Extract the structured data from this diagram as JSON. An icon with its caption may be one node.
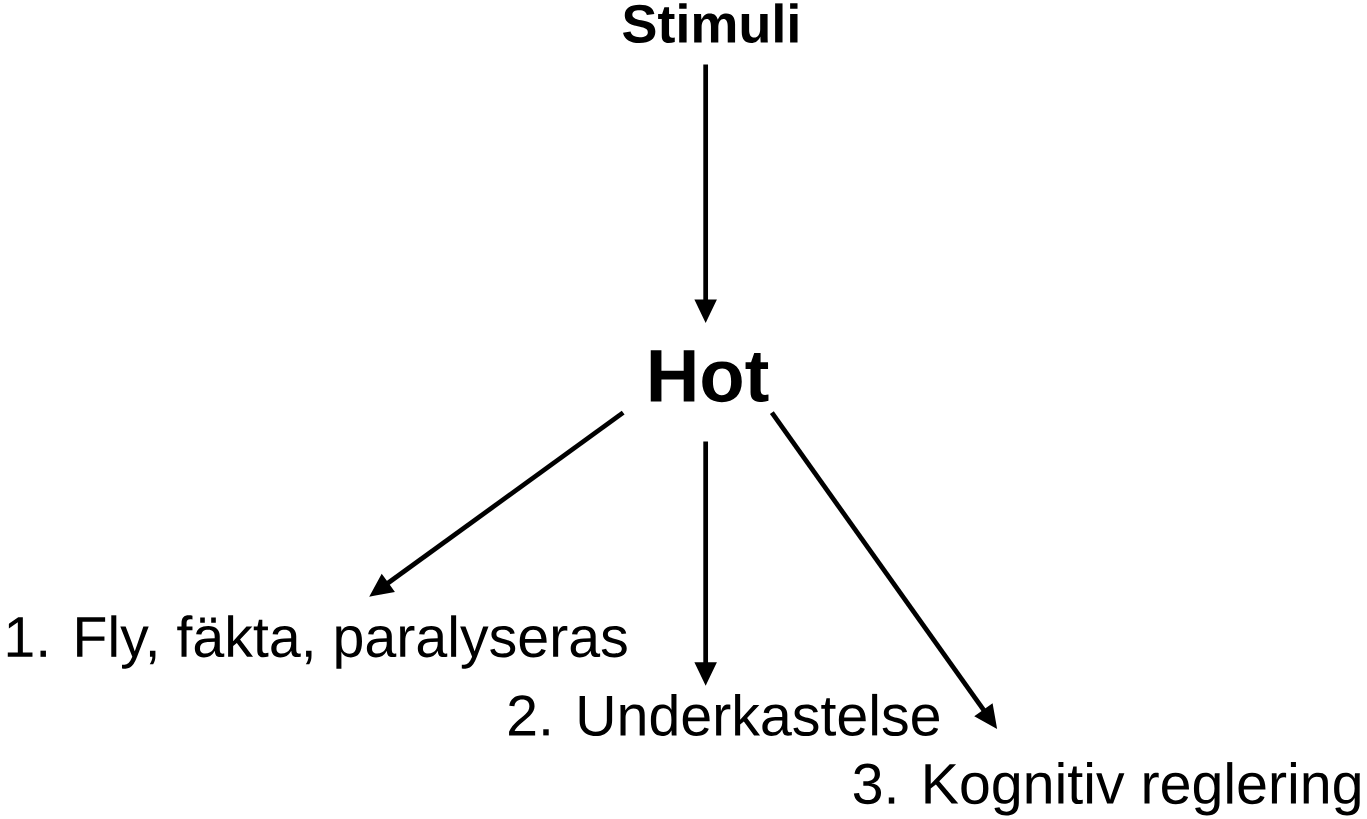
{
  "diagram": {
    "nodes": [
      {
        "text": [
          "Stimuli"
        ]
      },
      {
        "text": [
          "Hot"
        ]
      },
      {
        "text": [
          "1. Fly, fäkta, paralyseras"
        ]
      },
      {
        "text": [
          "2. Underkastelse"
        ]
      },
      {
        "text": [
          "3. Kognitiv reglering"
        ]
      }
    ],
    "edges": [
      {
        "from": 0,
        "to": 1,
        "arrow": "to"
      },
      {
        "from": 1,
        "to": 2,
        "arrow": "to"
      },
      {
        "from": 1,
        "to": 3,
        "arrow": "to"
      },
      {
        "from": 1,
        "to": 4,
        "arrow": "to"
      }
    ]
  }
}
